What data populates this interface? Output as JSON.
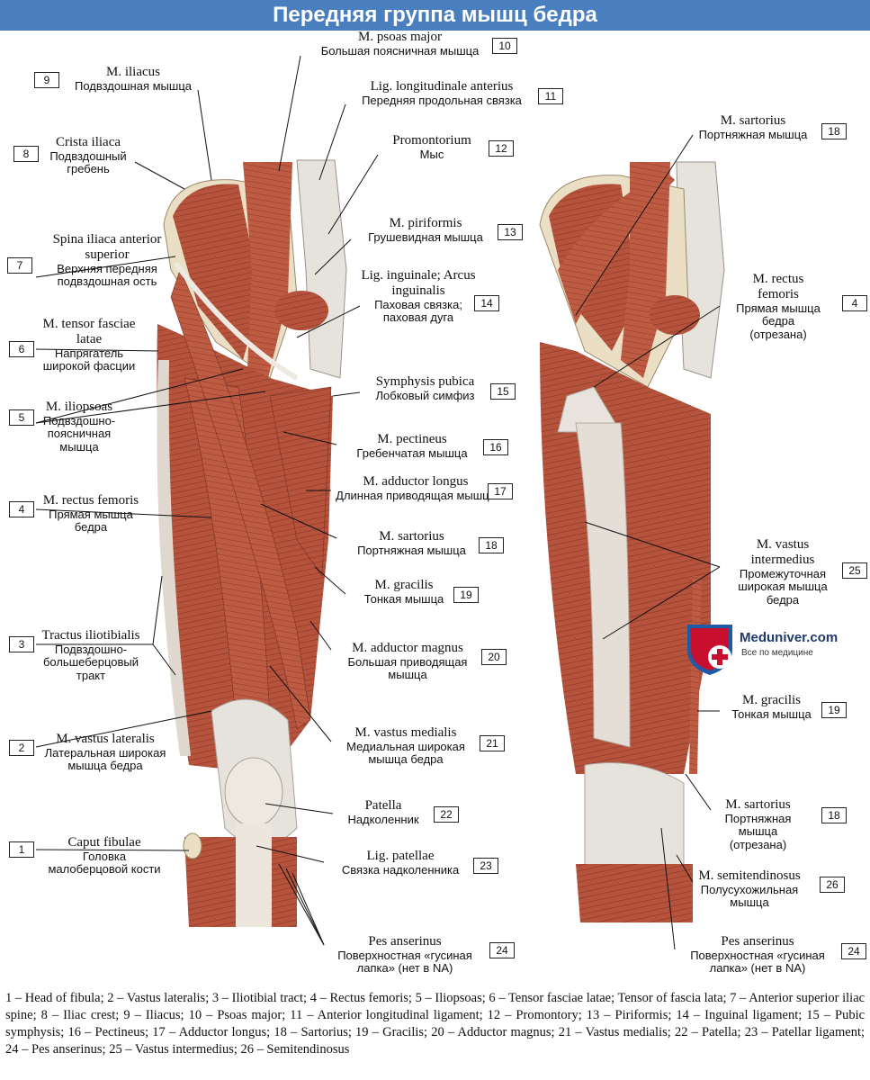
{
  "title": "Передняя группа мышц бедра",
  "brand": {
    "name": "Meduniver.com",
    "tagline": "Все по медицине",
    "colors": {
      "shield": "#c8102e",
      "shield_outline": "#1e5aa8"
    }
  },
  "colors": {
    "title_bg": "#4a7fbf",
    "muscle": "#b5533c",
    "muscle_dark": "#8a3526",
    "tendon": "#e6e2dc",
    "bone": "#eadfc4"
  },
  "callouts": [
    {
      "num": "10",
      "la": "M. psoas major",
      "ru": "Большая поясничная мышца"
    },
    {
      "num": "9",
      "la": "M. iliacus",
      "ru": "Подвздошная мышца"
    },
    {
      "num": "11",
      "la": "Lig. longitudinale anterius",
      "ru": "Передняя продольная связка"
    },
    {
      "num": "8",
      "la": "Crista iliaca",
      "ru": "Подвздошный гребень"
    },
    {
      "num": "12",
      "la": "Promontorium",
      "ru": "Мыс"
    },
    {
      "num": "13",
      "la": "M. piriformis",
      "ru": "Грушевидная мышца"
    },
    {
      "num": "7",
      "la": "Spina iliaca anterior superior",
      "ru": "Верхняя передняя подвздошная ость"
    },
    {
      "num": "14",
      "la": "Lig. inguinale; Arcus inguinalis",
      "ru": "Паховая связка; паховая дуга"
    },
    {
      "num": "6",
      "la": "M. tensor fasciae latae",
      "ru": "Напрягатель широкой фасции"
    },
    {
      "num": "15",
      "la": "Symphysis pubica",
      "ru": "Лобковый симфиз"
    },
    {
      "num": "5",
      "la": "M. iliopsoas",
      "ru": "Подвздошно-поясничная мышца"
    },
    {
      "num": "16",
      "la": "M. pectineus",
      "ru": "Гребенчатая мышца"
    },
    {
      "num": "17",
      "la": "M. adductor longus",
      "ru": "Длинная приводящая мышца"
    },
    {
      "num": "4",
      "la": "M. rectus femoris",
      "ru": "Прямая мышца бедра"
    },
    {
      "num": "18",
      "la": "M. sartorius",
      "ru": "Портняжная мышца"
    },
    {
      "num": "19",
      "la": "M. gracilis",
      "ru": "Тонкая мышца"
    },
    {
      "num": "3",
      "la": "Tractus iliotibialis",
      "ru": "Подвздошно-большеберцовый тракт"
    },
    {
      "num": "20",
      "la": "M. adductor magnus",
      "ru": "Большая приводящая мышца"
    },
    {
      "num": "2",
      "la": "M. vastus lateralis",
      "ru": "Латеральная широкая мышца бедра"
    },
    {
      "num": "21",
      "la": "M. vastus medialis",
      "ru": "Медиальная широкая мышца бедра"
    },
    {
      "num": "22",
      "la": "Patella",
      "ru": "Надколенник"
    },
    {
      "num": "1",
      "la": "Caput fibulae",
      "ru": "Головка малоберцовой кости"
    },
    {
      "num": "23",
      "la": "Lig. patellae",
      "ru": "Связка надколенника"
    },
    {
      "num": "24",
      "la": "Pes anserinus",
      "ru": "Поверхностная «гусиная лапка» (нет в NA)"
    },
    {
      "num": "18",
      "la": "M. sartorius",
      "ru": "Портняжная мышца"
    },
    {
      "num": "4",
      "la": "M. rectus femoris",
      "ru": "Прямая мышца бедра (отрезана)"
    },
    {
      "num": "25",
      "la": "M. vastus intermedius",
      "ru": "Промежуточная широкая мышца бедра"
    },
    {
      "num": "19",
      "la": "M. gracilis",
      "ru": "Тонкая мышца"
    },
    {
      "num": "18",
      "la": "M. sartorius",
      "ru": "Портняжная мышца (отрезана)"
    },
    {
      "num": "26",
      "la": "M. semitendinosus",
      "ru": "Полусухожильная мышца"
    },
    {
      "num": "24",
      "la": "Pes anserinus",
      "ru": "Поверхностная «гусиная лапка» (нет в NA)"
    }
  ],
  "legend": [
    "1 – Head of fibula;",
    "2 – Vastus lateralis;",
    "3 – Iliotibial tract;",
    "4 – Rectus femoris;",
    "5 – Iliopsoas;",
    "6 – Tensor fasciae latae; Tensor of fascia lata;",
    "7 – Anterior superior iliac spine;",
    "8 – Iliac crest;",
    "9 – Iliacus;",
    "10 – Psoas major;",
    "11 – Anterior longitudinal ligament;",
    "12 – Promontory;",
    "13 – Piriformis;",
    "14 – Inguinal ligament;",
    "15 – Pubic symphysis;",
    "16 – Pectineus;",
    "17 – Adductor longus;",
    "18 – Sartorius;",
    "19 – Gracilis;",
    "20 – Adductor magnus;",
    "21 – Vastus medialis;",
    "22 – Patella;",
    "23 – Patellar ligament;",
    "24 – Pes anserinus;",
    "25 – Vastus intermedius;",
    "26 – Semitendinosus"
  ]
}
